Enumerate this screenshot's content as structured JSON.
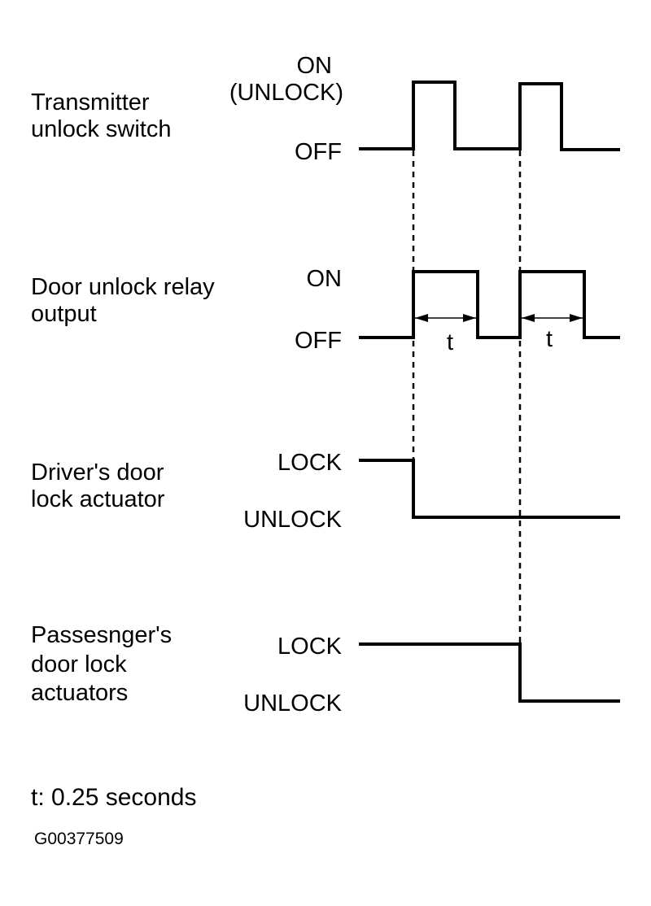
{
  "signals": [
    {
      "label_lines": [
        "Transmitter",
        "unlock switch"
      ],
      "high_label_lines": [
        "ON",
        "(UNLOCK)"
      ],
      "low_label": "OFF"
    },
    {
      "label_lines": [
        "Door unlock relay",
        "output"
      ],
      "high_label": "ON",
      "low_label": "OFF",
      "pulse_width_label": "t"
    },
    {
      "label_lines": [
        "Driver's door",
        "lock actuator"
      ],
      "high_label": "LOCK",
      "low_label": "UNLOCK"
    },
    {
      "label_lines": [
        "Passesnger's",
        "door lock",
        "actuators"
      ],
      "high_label": "LOCK",
      "low_label": "UNLOCK"
    }
  ],
  "note": "t: 0.25 seconds",
  "figure_id": "G00377509",
  "colors": {
    "ink": "#000000",
    "background": "#ffffff"
  }
}
